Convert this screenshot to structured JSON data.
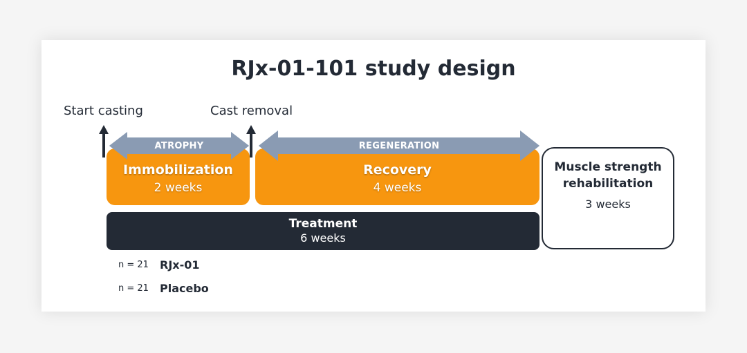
{
  "title": "RJx-01-101 study design",
  "events": {
    "start": "Start casting",
    "removal": "Cast removal"
  },
  "phases": {
    "atrophy": "ATROPHY",
    "regeneration": "REGENERATION"
  },
  "boxes": {
    "immobilization": {
      "title": "Immobilization",
      "duration": "2 weeks"
    },
    "recovery": {
      "title": "Recovery",
      "duration": "4 weeks"
    },
    "treatment": {
      "title": "Treatment",
      "duration": "6 weeks"
    },
    "rehabilitation": {
      "title": "Muscle strength rehabilitation",
      "duration": "3 weeks"
    }
  },
  "arms": [
    {
      "n": "n = 21",
      "name": "RJx-01"
    },
    {
      "n": "n = 21",
      "name": "Placebo"
    }
  ],
  "colors": {
    "orange": "#f7960f",
    "navy": "#232a35",
    "steel": "#8a9bb3"
  }
}
